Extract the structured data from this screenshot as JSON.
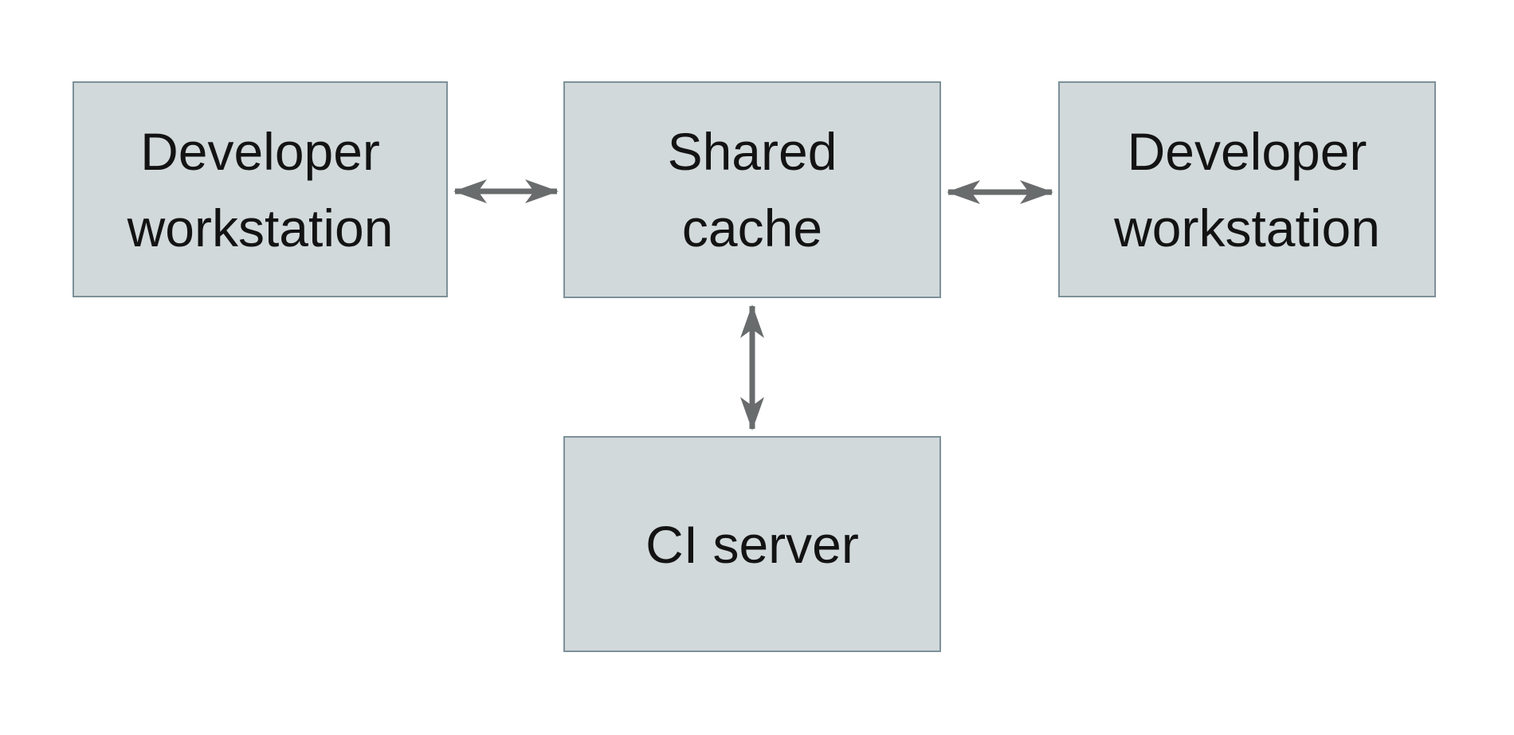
{
  "diagram": {
    "type": "architecture-diagram",
    "background": "#ffffff",
    "nodes": {
      "workstation_left": {
        "id": "workstation-left",
        "label": "Developer\nworkstation"
      },
      "shared_cache": {
        "id": "shared-cache",
        "label": "Shared\ncache"
      },
      "workstation_right": {
        "id": "workstation-right",
        "label": "Developer\nworkstation"
      },
      "ci_server": {
        "id": "ci-server",
        "label": "CI server"
      }
    },
    "edges": [
      {
        "from": "workstation-left",
        "to": "shared-cache",
        "direction": "bidirectional",
        "icon": "double-arrow-horizontal-icon"
      },
      {
        "from": "shared-cache",
        "to": "workstation-right",
        "direction": "bidirectional",
        "icon": "double-arrow-horizontal-icon"
      },
      {
        "from": "shared-cache",
        "to": "ci-server",
        "direction": "bidirectional",
        "icon": "double-arrow-vertical-icon"
      }
    ],
    "colors": {
      "node_fill": "#d2d9db",
      "node_border": "#7d9199",
      "arrow": "#696c6c",
      "text": "#131313",
      "background": "#ffffff"
    }
  }
}
